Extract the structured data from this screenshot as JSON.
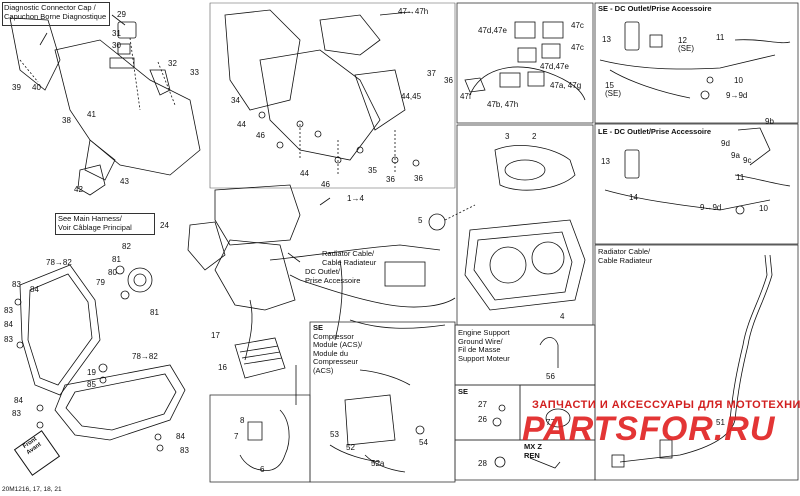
{
  "diagram": {
    "callouts": [
      {
        "id": "c29",
        "text": "29"
      },
      {
        "id": "c31",
        "text": "31"
      },
      {
        "id": "c30",
        "text": "30"
      },
      {
        "id": "c39",
        "text": "39"
      },
      {
        "id": "c40",
        "text": "40"
      },
      {
        "id": "c32",
        "text": "32"
      },
      {
        "id": "c33",
        "text": "33"
      },
      {
        "id": "c38",
        "text": "38"
      },
      {
        "id": "c41",
        "text": "41"
      },
      {
        "id": "c42",
        "text": "42"
      },
      {
        "id": "c43",
        "text": "43"
      },
      {
        "id": "c34",
        "text": "34"
      },
      {
        "id": "c44a",
        "text": "44"
      },
      {
        "id": "c46a",
        "text": "46"
      },
      {
        "id": "c44b",
        "text": "44"
      },
      {
        "id": "c46b",
        "text": "46"
      },
      {
        "id": "c35",
        "text": "35"
      },
      {
        "id": "c36a",
        "text": "36"
      },
      {
        "id": "c36b",
        "text": "36"
      },
      {
        "id": "c36c",
        "text": "36"
      },
      {
        "id": "c37",
        "text": "37"
      },
      {
        "id": "c4445",
        "text": "44,45"
      },
      {
        "id": "c4747",
        "text": "47→47h"
      },
      {
        "id": "c47d",
        "text": "47d,47e"
      },
      {
        "id": "c47c1",
        "text": "47c"
      },
      {
        "id": "c47c2",
        "text": "47c"
      },
      {
        "id": "c47de2",
        "text": "47d,47e"
      },
      {
        "id": "c47f",
        "text": "47f"
      },
      {
        "id": "c47ag",
        "text": "47a, 47g"
      },
      {
        "id": "c47bh",
        "text": "47b, 47h"
      },
      {
        "id": "c13a",
        "text": "13"
      },
      {
        "id": "c12se",
        "text": "12\n(SE)"
      },
      {
        "id": "c11a",
        "text": "11"
      },
      {
        "id": "c10a",
        "text": "10"
      },
      {
        "id": "c15se",
        "text": "15\n(SE)"
      },
      {
        "id": "c99a",
        "text": "9→9d"
      },
      {
        "id": "c9b",
        "text": "9b"
      },
      {
        "id": "c9d",
        "text": "9d"
      },
      {
        "id": "c9a",
        "text": "9a"
      },
      {
        "id": "c9c",
        "text": "9c"
      },
      {
        "id": "c13b",
        "text": "13"
      },
      {
        "id": "c11b",
        "text": "11"
      },
      {
        "id": "c14",
        "text": "14"
      },
      {
        "id": "c99b",
        "text": "9→9d"
      },
      {
        "id": "c10b",
        "text": "10"
      },
      {
        "id": "c3",
        "text": "3"
      },
      {
        "id": "c2",
        "text": "2"
      },
      {
        "id": "c1to4",
        "text": "1→4"
      },
      {
        "id": "c5",
        "text": "5"
      },
      {
        "id": "c4",
        "text": "4"
      },
      {
        "id": "c24",
        "text": "24"
      },
      {
        "id": "c7882a",
        "text": "78→82"
      },
      {
        "id": "c82",
        "text": "82"
      },
      {
        "id": "c81a",
        "text": "81"
      },
      {
        "id": "c80",
        "text": "80"
      },
      {
        "id": "c79",
        "text": "79"
      },
      {
        "id": "c81b",
        "text": "81"
      },
      {
        "id": "c83a",
        "text": "83"
      },
      {
        "id": "c84a",
        "text": "84"
      },
      {
        "id": "c83b",
        "text": "83"
      },
      {
        "id": "c84b",
        "text": "84"
      },
      {
        "id": "c83c",
        "text": "83"
      },
      {
        "id": "c7882b",
        "text": "78→82"
      },
      {
        "id": "c19",
        "text": "19"
      },
      {
        "id": "c85",
        "text": "85"
      },
      {
        "id": "c84c",
        "text": "84"
      },
      {
        "id": "c83d",
        "text": "83"
      },
      {
        "id": "c84d",
        "text": "84"
      },
      {
        "id": "c83e",
        "text": "83"
      },
      {
        "id": "c17",
        "text": "17"
      },
      {
        "id": "c16",
        "text": "16"
      },
      {
        "id": "c8",
        "text": "8"
      },
      {
        "id": "c7",
        "text": "7"
      },
      {
        "id": "c6",
        "text": "6"
      },
      {
        "id": "c53",
        "text": "53"
      },
      {
        "id": "c52",
        "text": "52"
      },
      {
        "id": "c52a",
        "text": "52a"
      },
      {
        "id": "c54",
        "text": "54"
      },
      {
        "id": "c56",
        "text": "56"
      },
      {
        "id": "c27",
        "text": "27"
      },
      {
        "id": "c26",
        "text": "26"
      },
      {
        "id": "c77",
        "text": "77"
      },
      {
        "id": "c28",
        "text": "28"
      },
      {
        "id": "c51",
        "text": "51"
      }
    ],
    "notes": {
      "diag_cap": [
        "Diagnostic Connector Cap /",
        "Capuchon Borne Diagnostique"
      ],
      "main_harness": [
        "See Main Harness/",
        "Voir Câblage Principal"
      ],
      "radiator_cable": [
        "Radiator Cable/",
        "Cable Radiateur"
      ],
      "dc_outlet": [
        "DC Outlet/",
        "Prise Accessoire"
      ],
      "se_compressor": [
        "SE",
        "Compressor",
        "Module (ACS)/",
        "Module du",
        "Compresseur",
        "(ACS)"
      ],
      "engine_support": [
        "Engine Support",
        "Ground Wire/",
        "Fil de Masse",
        "Support Moteur"
      ],
      "radiator_box": [
        "Radiator Cable/",
        "Cable Radiateur"
      ],
      "se_small": [
        "SE"
      ],
      "mxz_ren": [
        "MX Z",
        "REN"
      ]
    },
    "section_titles": {
      "se_dc": "SE  -  DC Outlet/Prise Accessoire",
      "le_dc": "LE  -  DC Outlet/Prise Accessoire"
    },
    "front_label": [
      "Front",
      "Avant"
    ],
    "watermark_top": "ЗАПЧАСТИ И АКСЕССУАРЫ ДЛЯ МОТОТЕХНИКИ",
    "watermark_main": "PARTSFOR.RU",
    "footer": "20M1216, 17, 18, 21"
  },
  "colors": {
    "line": "#111111",
    "watermark": "#e02020",
    "background": "#ffffff"
  }
}
